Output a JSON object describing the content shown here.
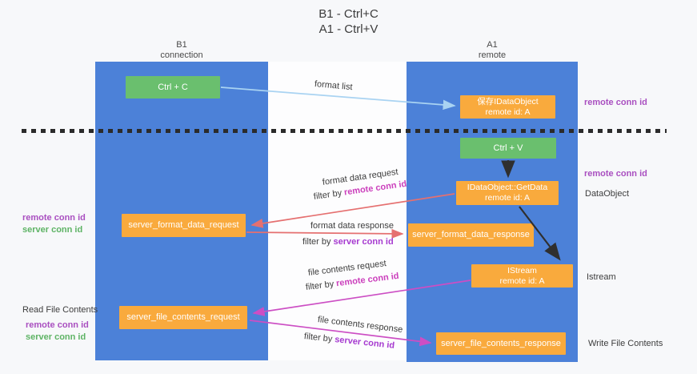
{
  "title": {
    "line1": "B1 - Ctrl+C",
    "line2": "A1 - Ctrl+V"
  },
  "columns": {
    "left": {
      "name": "B1",
      "role": "connection"
    },
    "right": {
      "name": "A1",
      "role": "remote"
    }
  },
  "boxes": {
    "ctrl_c": "Ctrl + C",
    "save_obj_l1": "保存IDataObject",
    "save_obj_l2": "remote id: A",
    "ctrl_v": "Ctrl + V",
    "getdata_l1": "IDataObject::GetData",
    "getdata_l2": "remote id: A",
    "format_request": "server_format_data_request",
    "format_response": "server_format_data_response",
    "istream_l1": "IStream",
    "istream_l2": "remote id: A",
    "file_request": "server_file_contents_request",
    "file_response": "server_file_contents_response"
  },
  "flows": {
    "format_list": "format list",
    "format_data_request": "format data request",
    "format_data_response": "format data response",
    "file_contents_request": "file contents request",
    "file_contents_response": "file contents response"
  },
  "filters": {
    "prefix": "filter by",
    "remote": "remote conn id",
    "server": "server conn id"
  },
  "side": {
    "left_remote": "remote conn id",
    "left_server": "server conn id",
    "read_file": "Read File Contents",
    "right_remote_top": "remote conn id",
    "right_remote_mid": "remote conn id",
    "dataobject": "DataObject",
    "istream": "Istream",
    "write_file": "Write File Contents"
  },
  "colors": {
    "column_blue": "#4c81d8",
    "box_green": "#6abf6e",
    "box_orange": "#f9aa3d",
    "arrow_light_blue": "#a9d3f2",
    "arrow_red": "#e57070",
    "arrow_magenta": "#cc4ec4",
    "arrow_black": "#2f2f2f",
    "legend_purple": "#a94fc0",
    "legend_green": "#5db364",
    "highlight_remote": "#cb3fbc",
    "highlight_server": "#a63ad0"
  }
}
